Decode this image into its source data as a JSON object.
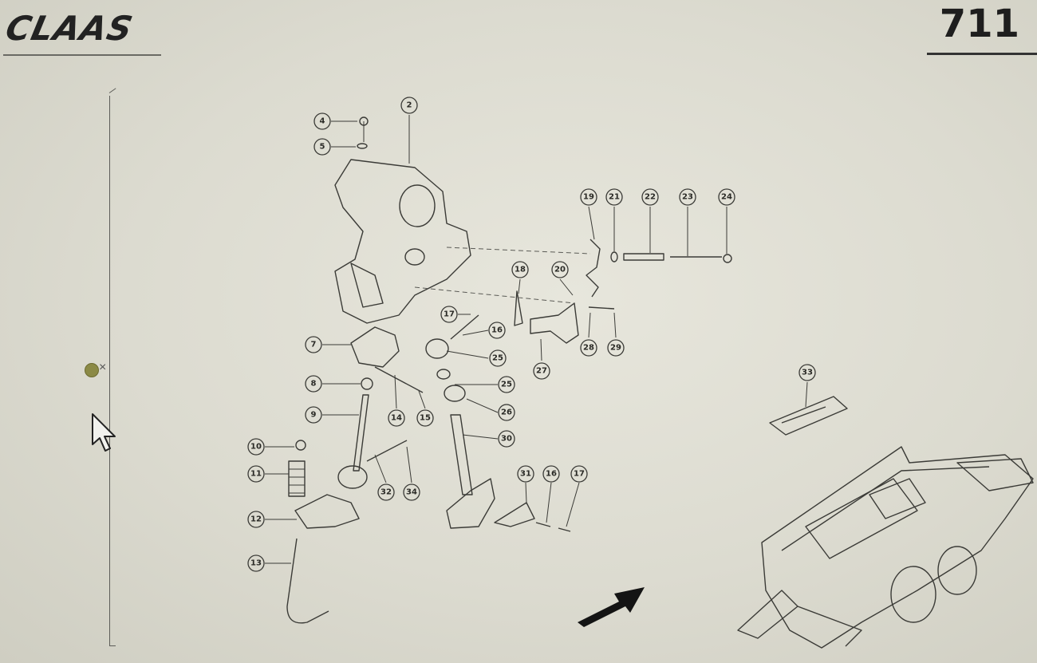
{
  "header": {
    "brand": "CLAAS",
    "page_number": "711"
  },
  "diagram": {
    "callouts": [
      {
        "id": "c2",
        "label": "2"
      },
      {
        "id": "c4",
        "label": "4"
      },
      {
        "id": "c5",
        "label": "5"
      },
      {
        "id": "c7",
        "label": "7"
      },
      {
        "id": "c8",
        "label": "8"
      },
      {
        "id": "c9",
        "label": "9"
      },
      {
        "id": "c10",
        "label": "10"
      },
      {
        "id": "c11",
        "label": "11"
      },
      {
        "id": "c12",
        "label": "12"
      },
      {
        "id": "c13",
        "label": "13"
      },
      {
        "id": "c14",
        "label": "14"
      },
      {
        "id": "c15",
        "label": "15"
      },
      {
        "id": "c16a",
        "label": "16"
      },
      {
        "id": "c16b",
        "label": "16"
      },
      {
        "id": "c17a",
        "label": "17"
      },
      {
        "id": "c17b",
        "label": "17"
      },
      {
        "id": "c18",
        "label": "18"
      },
      {
        "id": "c19",
        "label": "19"
      },
      {
        "id": "c20",
        "label": "20"
      },
      {
        "id": "c21",
        "label": "21"
      },
      {
        "id": "c22",
        "label": "22"
      },
      {
        "id": "c23",
        "label": "23"
      },
      {
        "id": "c24",
        "label": "24"
      },
      {
        "id": "c25a",
        "label": "25"
      },
      {
        "id": "c25b",
        "label": "25"
      },
      {
        "id": "c26",
        "label": "26"
      },
      {
        "id": "c27",
        "label": "27"
      },
      {
        "id": "c28",
        "label": "28"
      },
      {
        "id": "c29",
        "label": "29"
      },
      {
        "id": "c30",
        "label": "30"
      },
      {
        "id": "c31",
        "label": "31"
      },
      {
        "id": "c32",
        "label": "32"
      },
      {
        "id": "c33",
        "label": "33"
      },
      {
        "id": "c34",
        "label": "34"
      }
    ]
  },
  "icons": {
    "nav_dot": "circle-marker-icon",
    "cursor": "mouse-pointer-icon",
    "view_arrow": "direction-arrow-icon"
  }
}
